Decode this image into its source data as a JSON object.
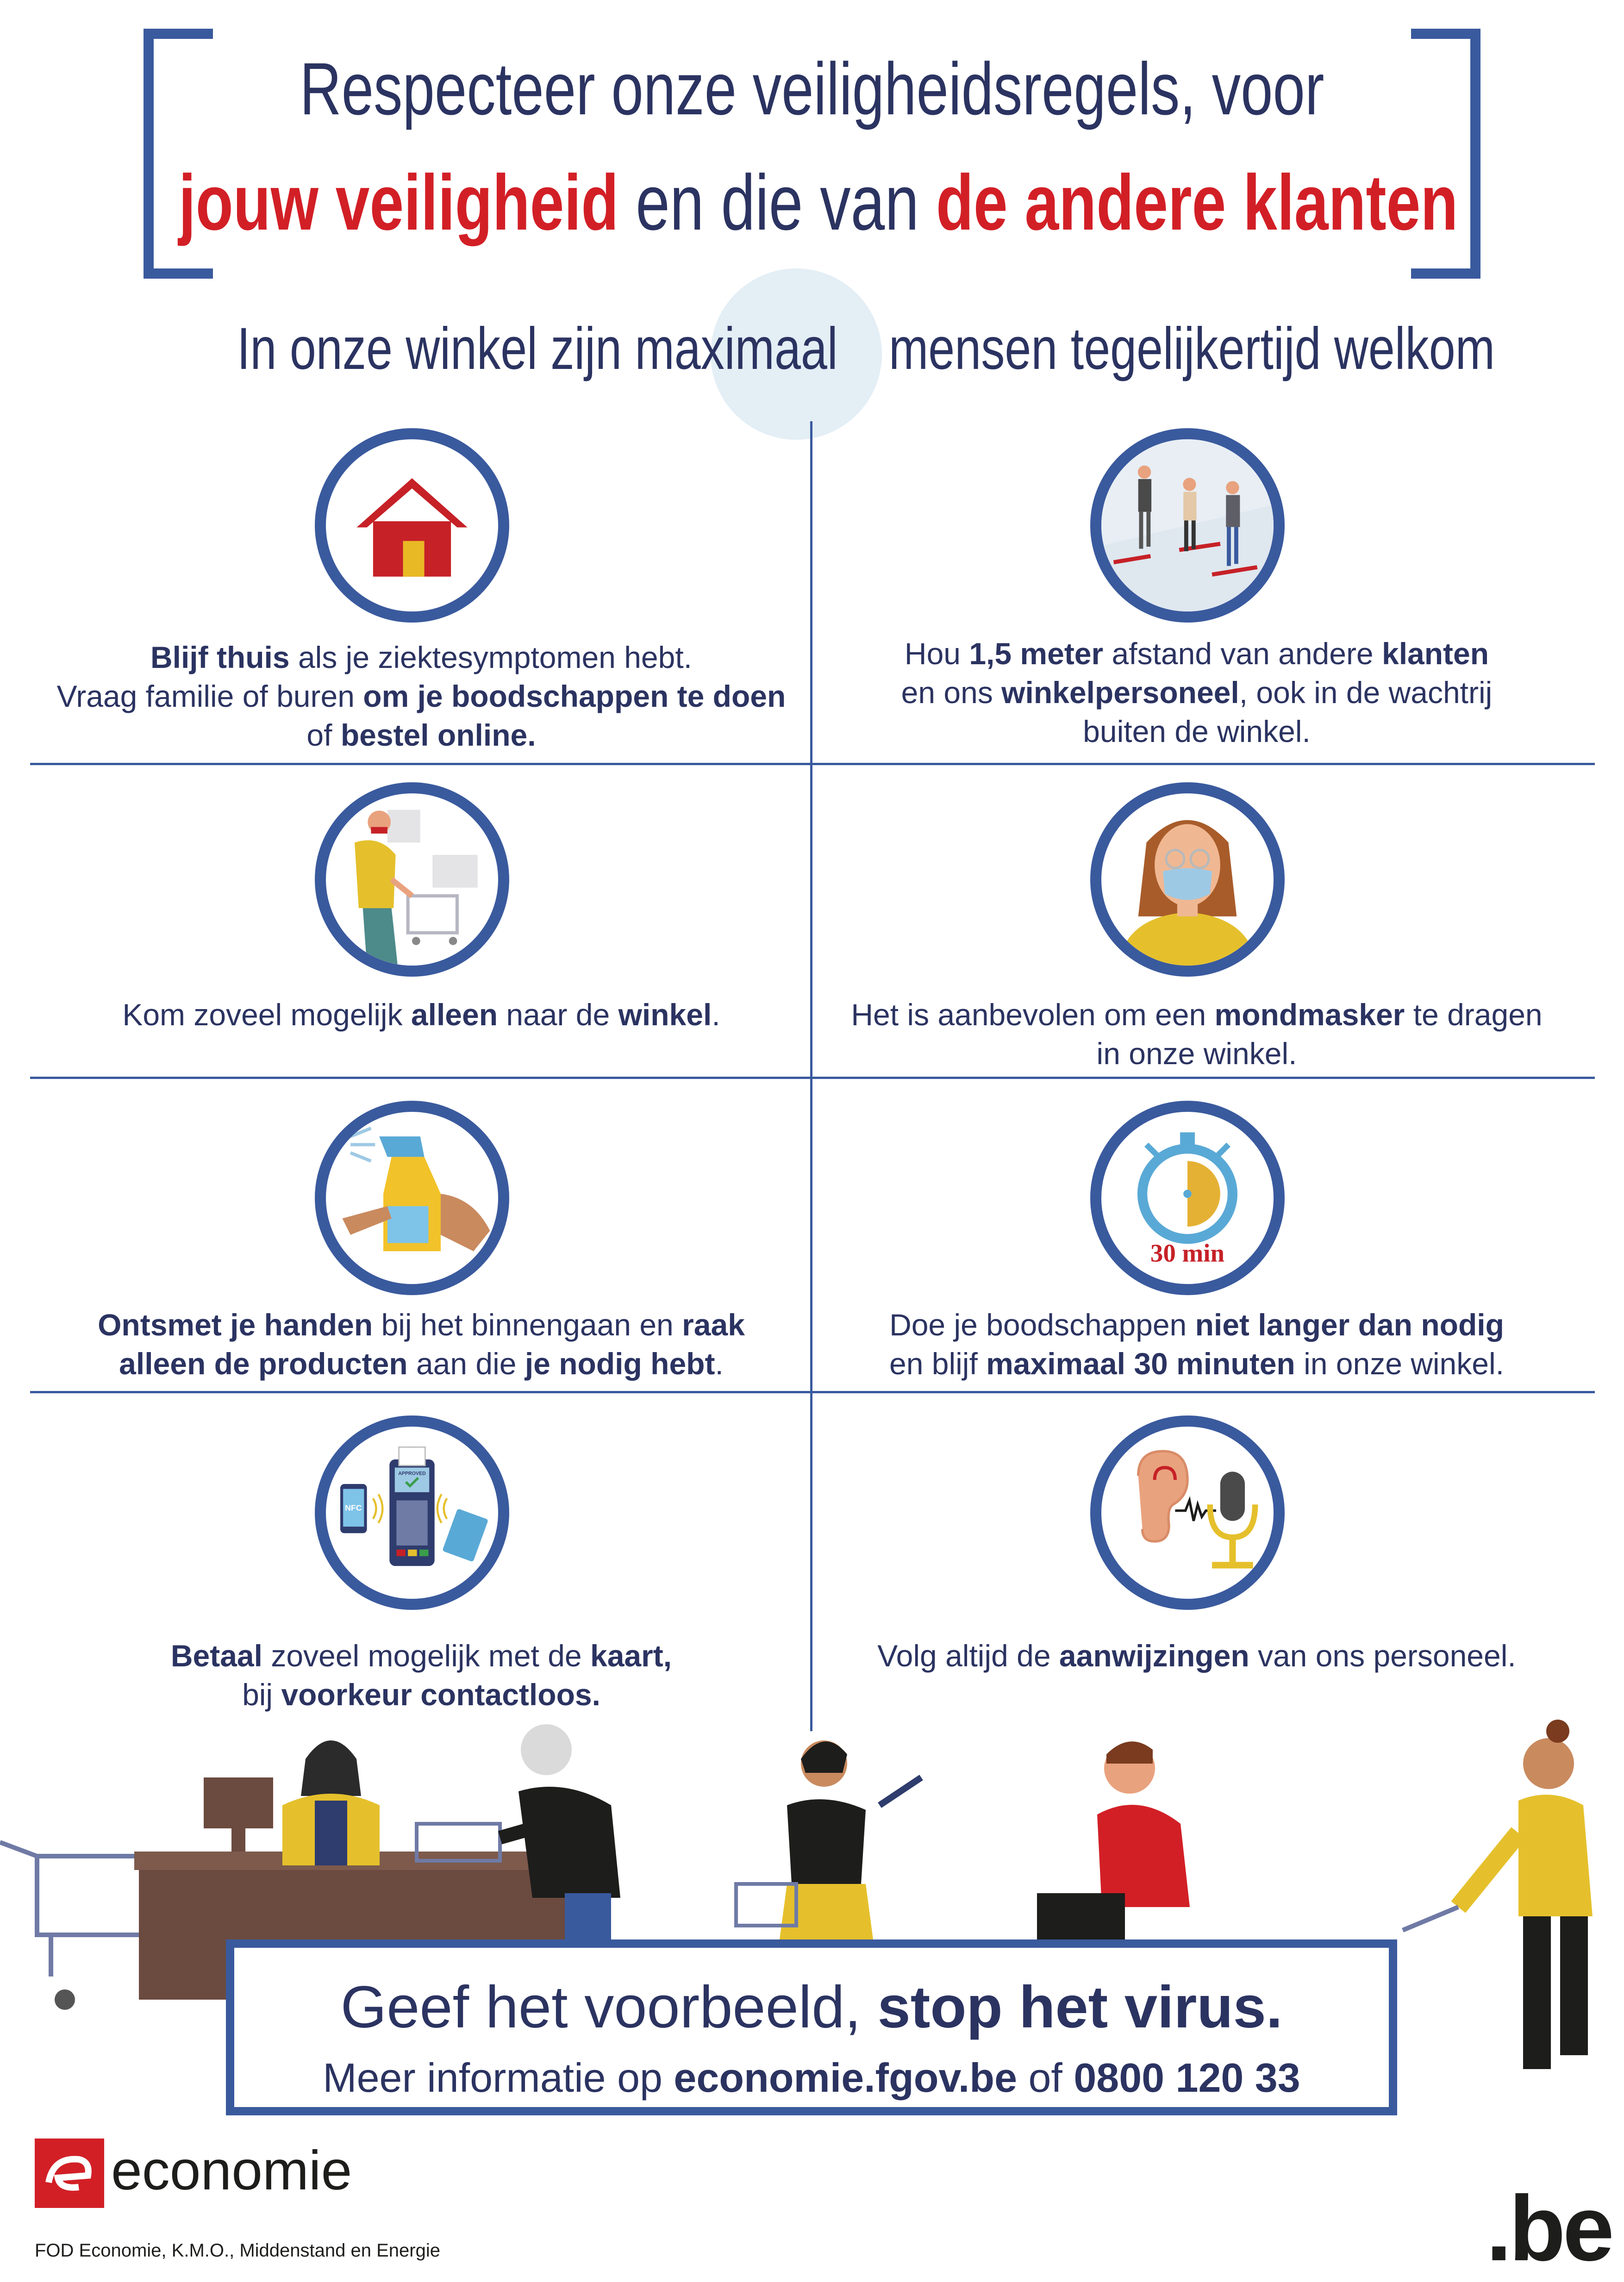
{
  "header": {
    "line1": "Respecteer onze veiligheidsregels, voor",
    "line2_part1": "jouw veiligheid",
    "line2_part2": " en die van ",
    "line2_part3": "de andere klanten"
  },
  "capacity": {
    "left": "In onze winkel zijn maximaal",
    "right": "mensen tegelijkertijd welkom"
  },
  "rules": {
    "r1": {
      "b1": "Blijf thuis",
      "t1": " als je ziektesymptomen hebt.",
      "t2": "Vraag familie of buren ",
      "b2": "om je boodschappen te doen",
      "t3": "of ",
      "b3": "bestel online."
    },
    "r2": {
      "t1": "Hou ",
      "b1": "1,5 meter",
      "t2": " afstand van andere ",
      "b2": "klanten",
      "t3": "en ons ",
      "b3": "winkelpersoneel",
      "t4": ", ook in de wachtrij",
      "t5": "buiten de winkel."
    },
    "r3": {
      "t1": "Kom zoveel mogelijk ",
      "b1": "alleen",
      "t2": " naar de ",
      "b2": "winkel",
      "t3": "."
    },
    "r4": {
      "t1": "Het is aanbevolen om een ",
      "b1": "mondmasker",
      "t2": " te dragen",
      "t3": "in onze winkel."
    },
    "r5": {
      "b1": "Ontsmet je handen",
      "t1": " bij het binnengaan en ",
      "b2": "raak",
      "b3": "alleen de producten",
      "t2": " aan die ",
      "b4": "je nodig hebt",
      "t3": "."
    },
    "r6": {
      "t1": "Doe je boodschappen ",
      "b1": "niet langer dan nodig",
      "t2": "en blijf ",
      "b2": "maximaal 30 minuten",
      "t3": " in onze winkel."
    },
    "r7": {
      "b1": "Betaal",
      "t1": " zoveel mogelijk met de ",
      "b2": "kaart,",
      "t2": "bij ",
      "b3": "voorkeur contactloos."
    },
    "r8": {
      "t1": "Volg altijd de ",
      "b1": "aanwijzingen",
      "t2": " van ons personeel."
    }
  },
  "icons": {
    "timer_label": "30 min",
    "nfc_label": "NFC",
    "approved_label": "APPROVED"
  },
  "slogan": {
    "part1": "Geef het voorbeeld, ",
    "part2": "stop het virus.",
    "info1": "Meer informatie op ",
    "info_link": "economie.fgov.be",
    "info2": " of ",
    "info_phone": "0800 120 33"
  },
  "footer": {
    "logo": "economie",
    "org": "FOD Economie, K.M.O., Middenstand en Energie",
    "be": ".be"
  },
  "colors": {
    "navy": "#2b3361",
    "blue": "#3a5a9e",
    "red": "#d21f26",
    "yellow": "#e5c02c"
  }
}
